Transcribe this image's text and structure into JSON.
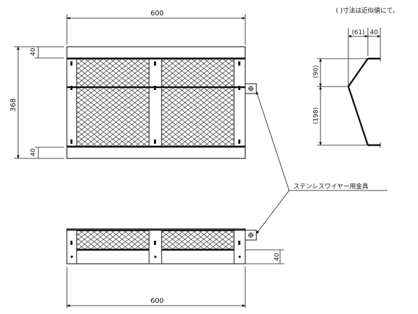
{
  "note": "( )寸法は近似値にて。",
  "dimensions": {
    "top_width": "600",
    "height": "368",
    "top_band": "40",
    "bottom_band": "40",
    "side_upper": "(90)",
    "side_lower": "(198)",
    "side_offset": "(61)",
    "side_flange": "40",
    "bottom_band_front": "40",
    "bottom_width": "600"
  },
  "callout": "ステンレスワイヤー用金具"
}
